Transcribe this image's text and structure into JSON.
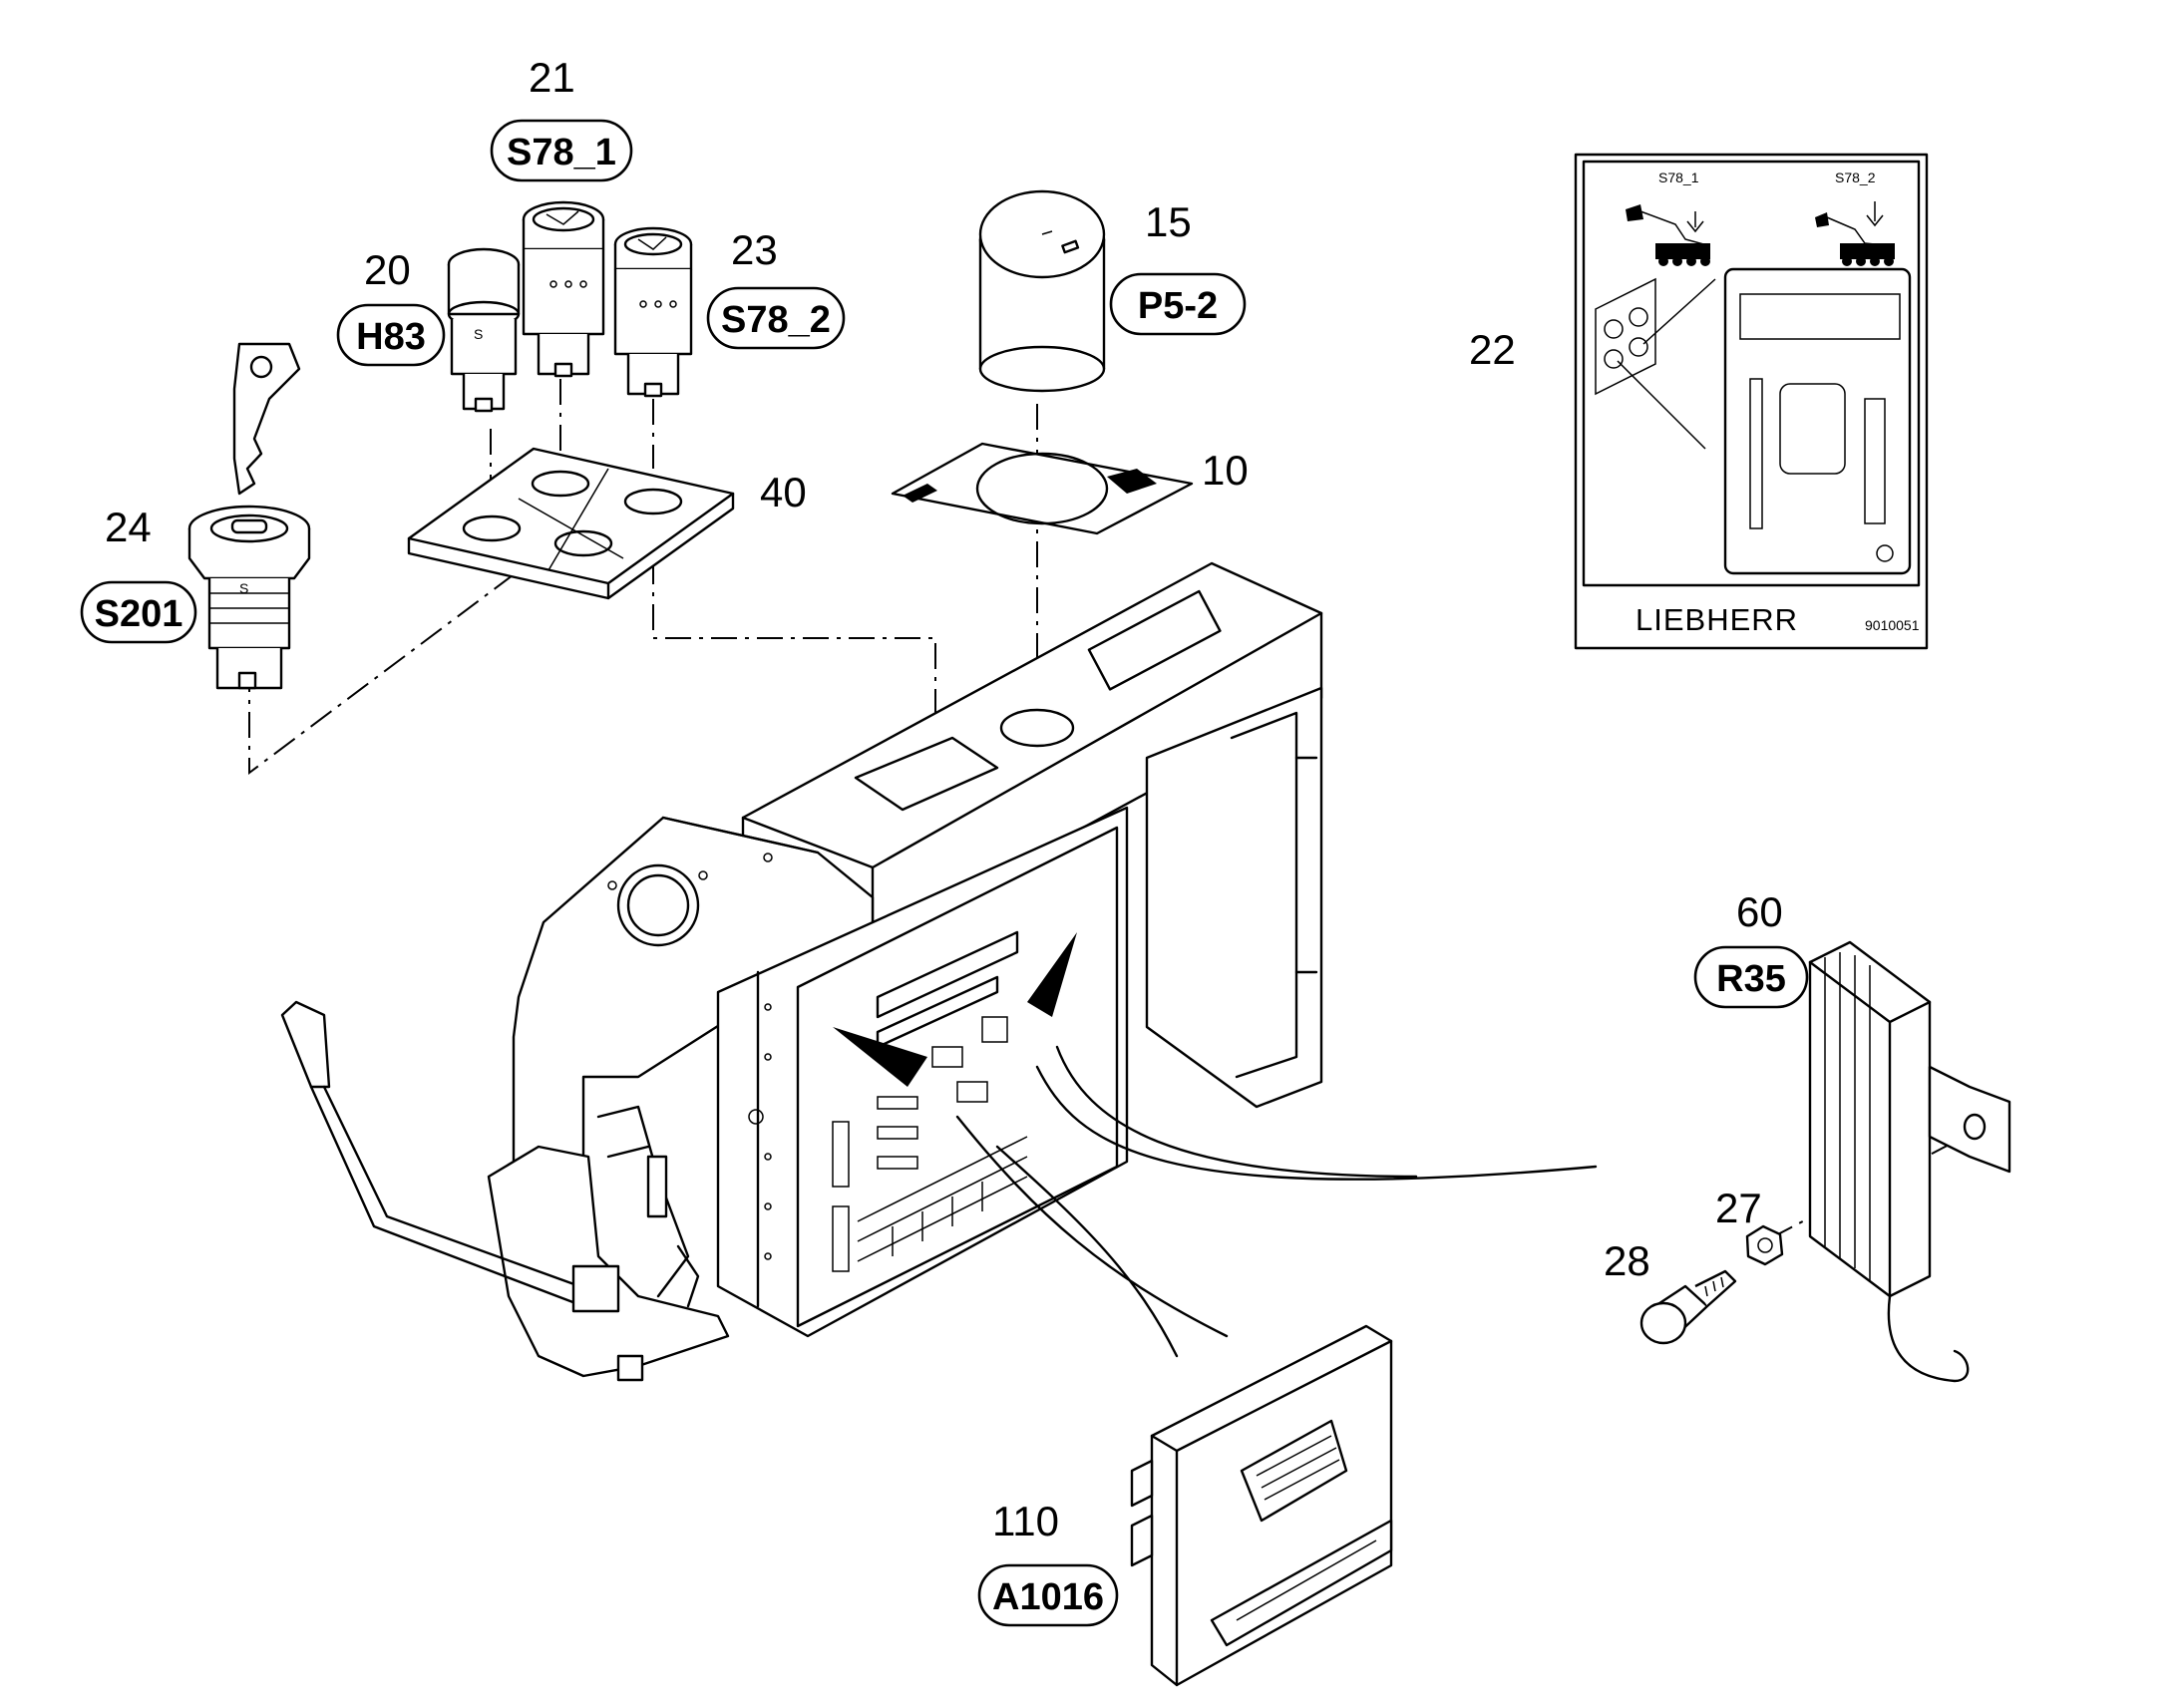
{
  "labels": {
    "item_21": "21",
    "item_20": "20",
    "item_23": "23",
    "item_15": "15",
    "item_24": "24",
    "item_40": "40",
    "item_10": "10",
    "item_22": "22",
    "item_60": "60",
    "item_27": "27",
    "item_28": "28",
    "item_110": "110"
  },
  "tags": {
    "s78_1": "S78_1",
    "h83": "H83",
    "s78_2": "S78_2",
    "p5_2": "P5-2",
    "s201": "S201",
    "r35": "R35",
    "a1016": "A1016"
  },
  "decal": {
    "left_caption": "S78_1",
    "right_caption": "S78_2",
    "brand": "LIEBHERR",
    "code": "9010051"
  },
  "switch_marks": {
    "key_lock": "S",
    "pushbutton": "S"
  },
  "colors": {
    "line": "#000000",
    "background": "#ffffff"
  }
}
